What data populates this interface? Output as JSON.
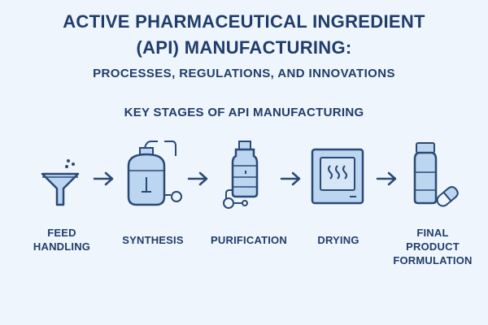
{
  "header": {
    "title_line1": "ACTIVE PHARMACEUTICAL INGREDIENT",
    "title_line2": "(API) MANUFACTURING:",
    "subtitle": "PROCESSES, REGULATIONS, AND INNOVATIONS"
  },
  "section_title": "KEY STAGES OF API MANUFACTURING",
  "stages": [
    {
      "lines": [
        "FEED",
        "HANDLING"
      ],
      "icon": "funnel-icon"
    },
    {
      "lines": [
        "SYNTHESIS"
      ],
      "icon": "reactor-icon"
    },
    {
      "lines": [
        "PURIFICATION"
      ],
      "icon": "purification-column-icon"
    },
    {
      "lines": [
        "DRYING"
      ],
      "icon": "dryer-oven-icon"
    },
    {
      "lines": [
        "FINAL",
        "PRODUCT",
        "FORMULATION"
      ],
      "icon": "bottle-capsule-icon"
    }
  ],
  "colors": {
    "background": "#eef5fc",
    "title": "#1f3d6b",
    "icon_stroke": "#2a4a75",
    "icon_fill": "#bcd5f0"
  }
}
